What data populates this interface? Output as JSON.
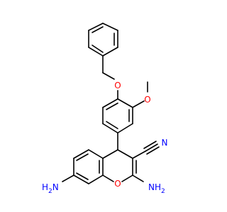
{
  "molecule": {
    "atoms": {
      "ether_o": "O",
      "methoxy_o": "O",
      "nitrile_n": "N",
      "ring_o": "O",
      "amine_left_n": "N",
      "amine_left_h": "H",
      "amine_left_sub": "2",
      "amine_right_n": "N",
      "amine_right_h": "H",
      "amine_right_sub": "2"
    },
    "colors": {
      "bond": "#000000",
      "oxygen": "#ff0000",
      "nitrogen": "#0000ff"
    }
  }
}
